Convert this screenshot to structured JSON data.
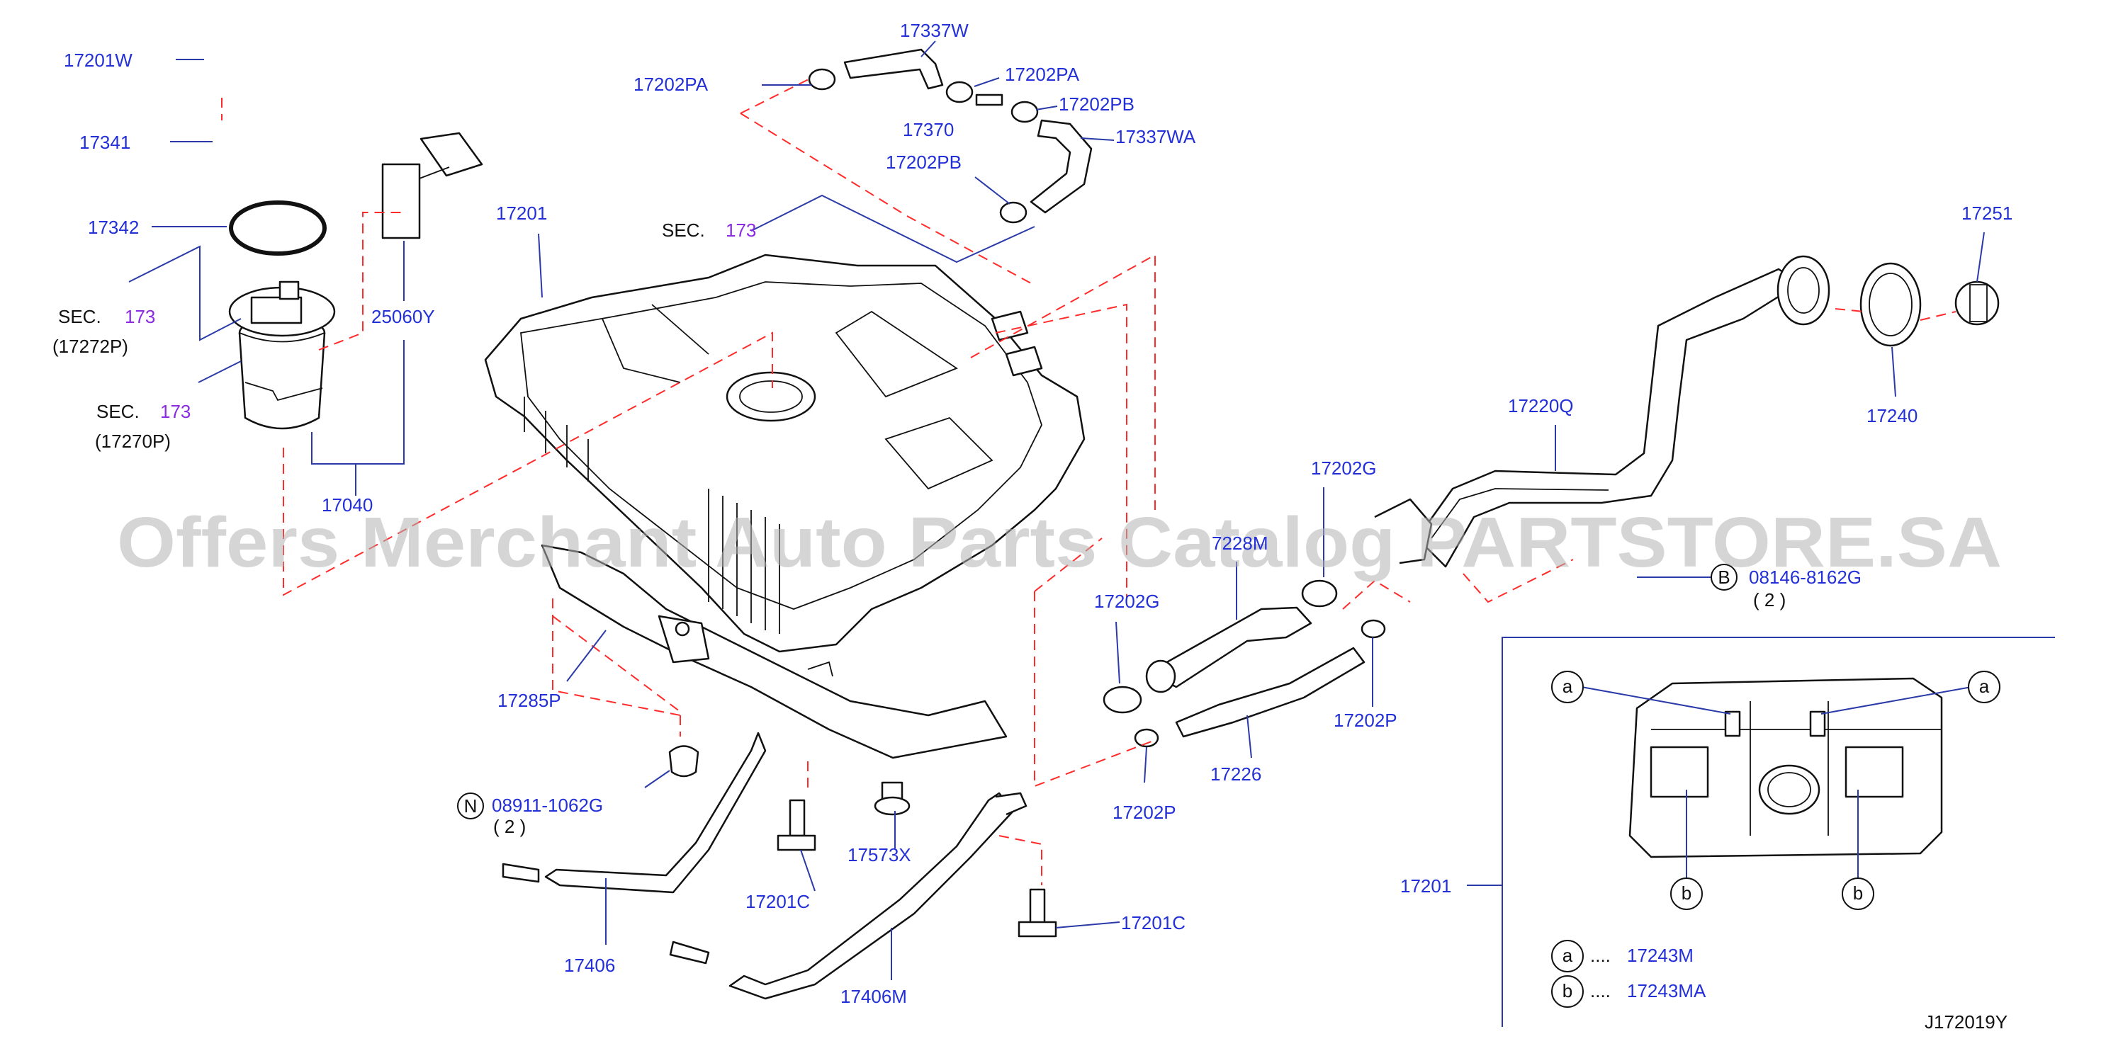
{
  "watermark": "Offers Merchant Auto Parts Catalog PARTSTORE.SA",
  "diagram_id": "J172019Y",
  "sec_prefix": "SEC.",
  "sec_num": "173",
  "labels": {
    "p17201W": "17201W",
    "p17341": "17341",
    "p17342": "17342",
    "p17272P": "(17272P)",
    "p17270P": "(17270P)",
    "p25060Y": "25060Y",
    "p17040": "17040",
    "p17201": "17201",
    "p17202PA_left": "17202PA",
    "p17337W": "17337W",
    "p17202PA_right": "17202PA",
    "p17370": "17370",
    "p17202PB_a": "17202PB",
    "p17337WA": "17337WA",
    "p17202PB_b": "17202PB",
    "p17285P": "17285P",
    "n_circle": "N",
    "p08911": "08911-1062G",
    "qty_n": "( 2 )",
    "p17406": "17406",
    "p17201C_a": "17201C",
    "p17573X": "17573X",
    "p17201C_b": "17201C",
    "p17406M": "17406M",
    "p17228M": "7228M",
    "p17202G_a": "17202G",
    "p17202G_b": "17202G",
    "p17202P_a": "17202P",
    "p17202P_b": "17202P",
    "p17226": "17226",
    "p17220Q": "17220Q",
    "p17251": "17251",
    "p17240": "17240",
    "b_circle": "B",
    "p08146": "08146-8162G",
    "qty_b": "( 2 )",
    "inset_part": "17201",
    "a_circle": "a",
    "b_small_circle": "b",
    "legend_dots": "....",
    "legend_a_part": "17243M",
    "legend_b_part": "17243MA"
  }
}
